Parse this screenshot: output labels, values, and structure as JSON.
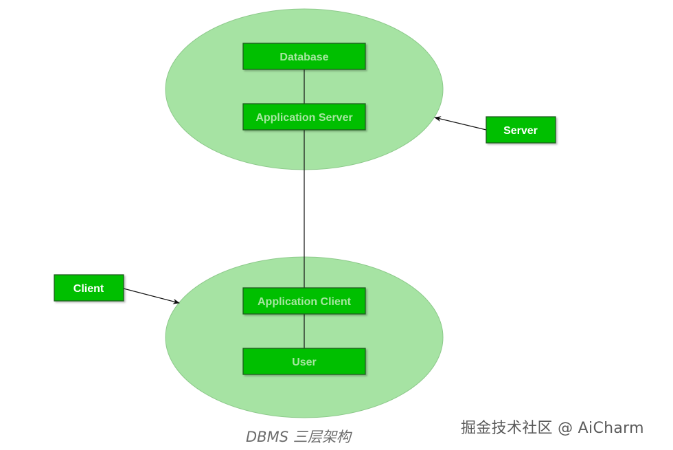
{
  "diagram": {
    "title": "DBMS 三层架构",
    "tiers": {
      "server": {
        "label": "Server",
        "nodes": [
          "Database",
          "Application Server"
        ]
      },
      "client": {
        "label": "Client",
        "nodes": [
          "Application Client",
          "User"
        ]
      }
    },
    "colors": {
      "box_fill": "#00bf00",
      "box_text": "#a6e6a0",
      "ellipse_fill": "#a6e3a3",
      "label_text": "#ffffff"
    }
  },
  "watermark": "掘金技术社区 @ AiCharm"
}
